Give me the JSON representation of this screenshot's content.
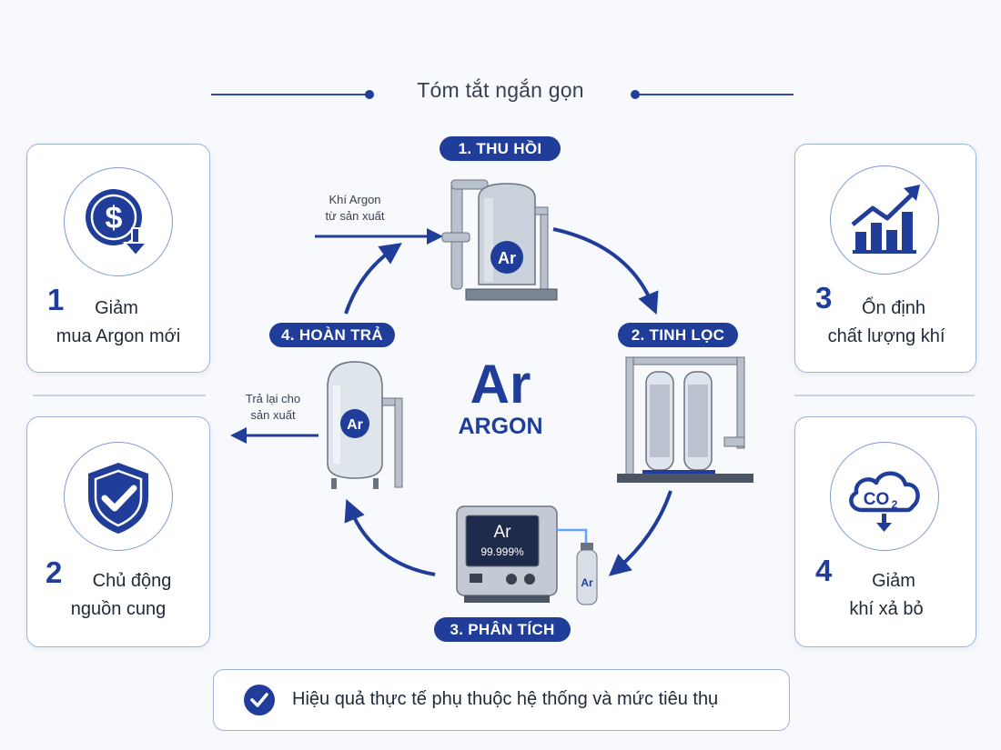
{
  "title": "Tóm tắt ngắn gọn",
  "center": {
    "symbol": "Ar",
    "name": "ARGON"
  },
  "steps": [
    {
      "label": "1. THU HỒI"
    },
    {
      "label": "2. TINH LỌC"
    },
    {
      "label": "3. PHÂN TÍCH"
    },
    {
      "label": "4. HOÀN TRẢ"
    }
  ],
  "flow_labels": {
    "input": {
      "line1": "Khí Argon",
      "line2": "từ sản xuất"
    },
    "output": {
      "line1": "Trả lại cho",
      "line2": "sản xuất"
    }
  },
  "equipment": {
    "tank_symbol": "Ar",
    "return_tank_symbol": "Ar",
    "analyzer_symbol": "Ar",
    "analyzer_reading": "99.999%",
    "cylinder_symbol": "Ar"
  },
  "benefits": [
    {
      "number": "1",
      "line1": "Giảm",
      "line2": "mua Argon mới",
      "icon": "dollar-down-icon"
    },
    {
      "number": "2",
      "line1": "Chủ động",
      "line2": "nguồn cung",
      "icon": "shield-check-icon"
    },
    {
      "number": "3",
      "line1": "Ổn định",
      "line2": "chất lượng khí",
      "icon": "chart-up-icon"
    },
    {
      "number": "4",
      "line1": "Giảm",
      "line2": "khí xả bỏ",
      "icon": "co2-cloud-icon"
    }
  ],
  "co2_text": {
    "base": "CO",
    "sub": "2"
  },
  "footer": {
    "text": "Hiệu quả thực tế phụ thuộc hệ thống và mức tiêu thụ"
  },
  "colors": {
    "primary": "#1f3d99",
    "accent": "#2b4aa8",
    "card_border": "#9db3dc"
  }
}
